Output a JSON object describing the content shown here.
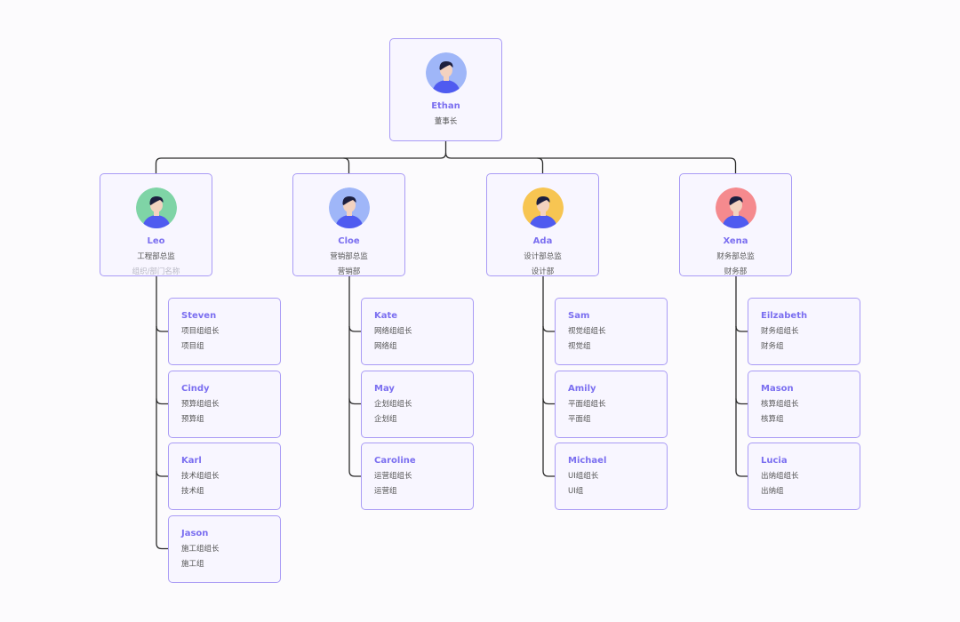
{
  "root": {
    "name": "Ethan",
    "role": "董事长",
    "avatar_color": "#9fb6f8"
  },
  "departments": [
    {
      "head": {
        "name": "Leo",
        "role": "工程部总监",
        "dept": "组织/部门名称",
        "dept_muted": true,
        "avatar_color": "#7fd4a6"
      },
      "members": [
        {
          "name": "Steven",
          "role": "项目组组长",
          "dept": "项目组"
        },
        {
          "name": "Cindy",
          "role": "预算组组长",
          "dept": "预算组"
        },
        {
          "name": "Karl",
          "role": "技术组组长",
          "dept": "技术组"
        },
        {
          "name": "Jason",
          "role": "施工组组长",
          "dept": "施工组"
        }
      ]
    },
    {
      "head": {
        "name": "Cloe",
        "role": "营销部总监",
        "dept": "营销部",
        "dept_muted": false,
        "avatar_color": "#9fb6f8"
      },
      "members": [
        {
          "name": "Kate",
          "role": "网络组组长",
          "dept": "网络组"
        },
        {
          "name": "May",
          "role": "企划组组长",
          "dept": "企划组"
        },
        {
          "name": "Caroline",
          "role": "运营组组长",
          "dept": "运营组"
        }
      ]
    },
    {
      "head": {
        "name": "Ada",
        "role": "设计部总监",
        "dept": "设计部",
        "dept_muted": false,
        "avatar_color": "#f7c552"
      },
      "members": [
        {
          "name": "Sam",
          "role": "视觉组组长",
          "dept": "视觉组"
        },
        {
          "name": "Amily",
          "role": "平面组组长",
          "dept": "平面组"
        },
        {
          "name": "Michael",
          "role": "UI组组长",
          "dept": "UI组"
        }
      ]
    },
    {
      "head": {
        "name": "Xena",
        "role": "财务部总监",
        "dept": "财务部",
        "dept_muted": false,
        "avatar_color": "#f58a8e"
      },
      "members": [
        {
          "name": "Eilzabeth",
          "role": "财务组组长",
          "dept": "财务组"
        },
        {
          "name": "Mason",
          "role": "核算组组长",
          "dept": "核算组"
        },
        {
          "name": "Lucia",
          "role": "出纳组组长",
          "dept": "出纳组"
        }
      ]
    }
  ],
  "colors": {
    "connector": "#2b2b2b",
    "node_border": "#a99bf5",
    "node_fill": "#f8f6ff",
    "name_text": "#7b6ff0",
    "body_fill": "#4f5bf0",
    "skin": "#f3d2c0",
    "hair": "#1d1f3f"
  }
}
